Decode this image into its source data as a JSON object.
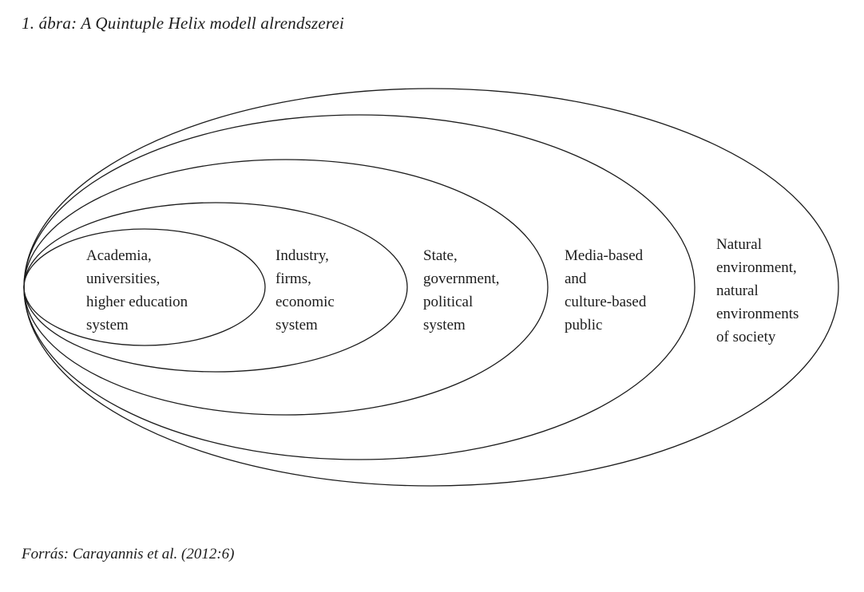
{
  "title": "1. ábra: A Quintuple Helix modell alrendszerei",
  "source": "Forrás: Carayannis et al. (2012:6)",
  "diagram": {
    "type": "nested-ellipses",
    "description": "Quintuple Helix model subsystems, five nested ellipses converging at a left tangent point",
    "rings": [
      {
        "name": "academia",
        "label": "Academia,\nuniversities,\nhigher education\nsystem"
      },
      {
        "name": "industry",
        "label": "Industry,\nfirms,\neconomic\nsystem"
      },
      {
        "name": "state",
        "label": "State,\ngovernment,\npolitical\nsystem"
      },
      {
        "name": "media",
        "label": "Media-based\nand\nculture-based\npublic"
      },
      {
        "name": "natural-environment",
        "label": "Natural\nenvironment,\nnatural\nenvironments\nof society"
      }
    ],
    "stroke_color": "#1c1c1c"
  }
}
